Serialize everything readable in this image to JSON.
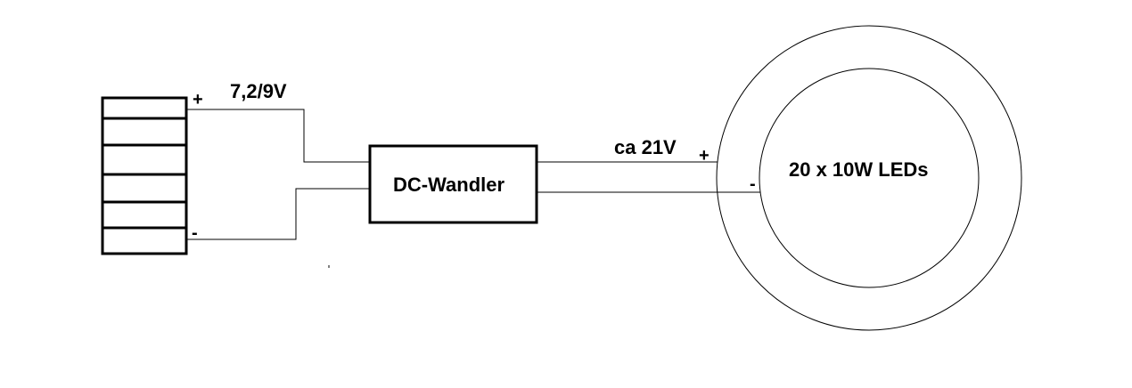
{
  "battery": {
    "plus": "+",
    "minus": "-"
  },
  "labels": {
    "input_voltage": "7,2/9V",
    "converter": "DC-Wandler",
    "output_voltage": "ca 21V",
    "led_plus": "+",
    "led_minus": "-",
    "led_array": "20 x 10W LEDs"
  },
  "colors": {
    "line": "#000000",
    "background": "#ffffff"
  }
}
